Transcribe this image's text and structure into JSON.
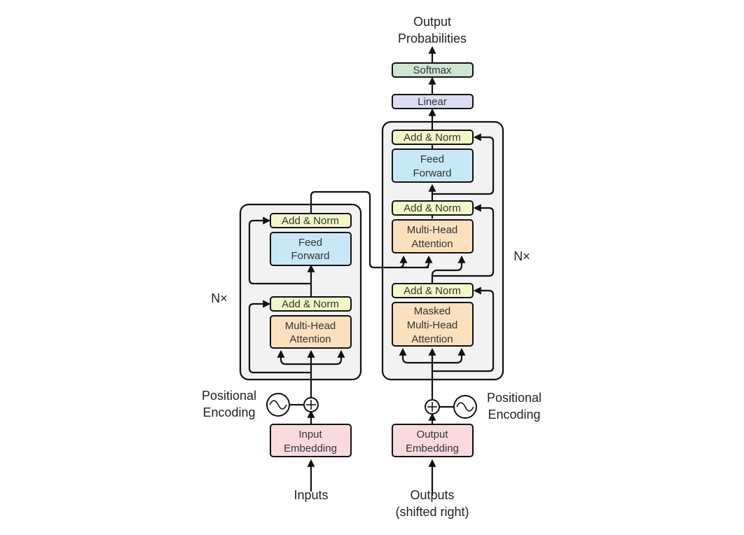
{
  "colors": {
    "add_norm": "#f3f7c7",
    "feed_forward": "#c7e8f7",
    "attention": "#fce0bd",
    "embedding": "#fadadf",
    "linear": "#dcdcf2",
    "softmax": "#cde6d3",
    "stack_bg": "#f2f2f2"
  },
  "encoder": {
    "repeat_label": "N×",
    "add_norm_top": "Add & Norm",
    "feed_forward": [
      "Feed",
      "Forward"
    ],
    "add_norm_bottom": "Add & Norm",
    "attention": [
      "Multi-Head",
      "Attention"
    ],
    "positional_encoding": [
      "Positional",
      "Encoding"
    ],
    "embedding": [
      "Input",
      "Embedding"
    ],
    "input_label": "Inputs"
  },
  "decoder": {
    "repeat_label": "N×",
    "add_norm_top": "Add & Norm",
    "feed_forward": [
      "Feed",
      "Forward"
    ],
    "add_norm_middle": "Add & Norm",
    "cross_attention": [
      "Multi-Head",
      "Attention"
    ],
    "add_norm_bottom": "Add & Norm",
    "masked_attention": [
      "Masked",
      "Multi-Head",
      "Attention"
    ],
    "positional_encoding": [
      "Positional",
      "Encoding"
    ],
    "embedding": [
      "Output",
      "Embedding"
    ],
    "input_label": [
      "Outputs",
      "(shifted right)"
    ]
  },
  "head": {
    "linear": "Linear",
    "softmax": "Softmax",
    "output_label": [
      "Output",
      "Probabilities"
    ]
  }
}
